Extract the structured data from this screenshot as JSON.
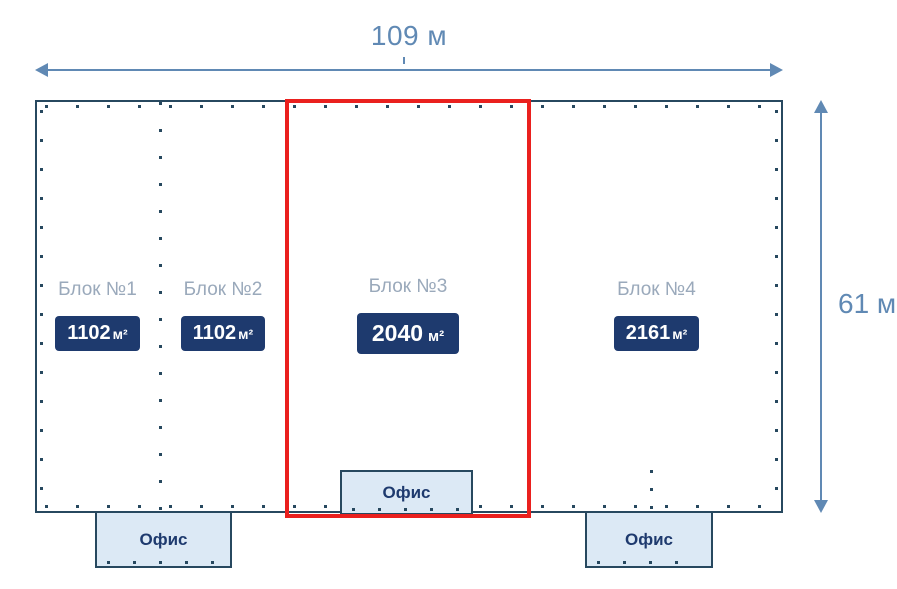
{
  "diagram": {
    "dimensions": {
      "width_label": "109 м",
      "height_label": "61 м"
    },
    "blocks": [
      {
        "label": "Блок №1",
        "area_value": "1102",
        "area_unit": "м²",
        "selected": false
      },
      {
        "label": "Блок №2",
        "area_value": "1102",
        "area_unit": "м²",
        "selected": false
      },
      {
        "label": "Блок №3",
        "area_value": "2040",
        "area_unit": "м²",
        "selected": true
      },
      {
        "label": "Блок №4",
        "area_value": "2161",
        "area_unit": "м²",
        "selected": false
      }
    ],
    "offices": [
      {
        "label": "Офис",
        "position": "bottom-left"
      },
      {
        "label": "Офис",
        "position": "block-3-bottom"
      },
      {
        "label": "Офис",
        "position": "bottom-right"
      }
    ],
    "colors": {
      "outline": "#27485f",
      "highlight": "#ea201e",
      "badge_background": "#1e3a6e",
      "badge_text": "#ffffff",
      "block_label": "#9aa9bb",
      "office_fill": "#dce9f5",
      "office_text": "#1e3a6e",
      "dimension": "#6089b4",
      "background": "#ffffff"
    }
  }
}
